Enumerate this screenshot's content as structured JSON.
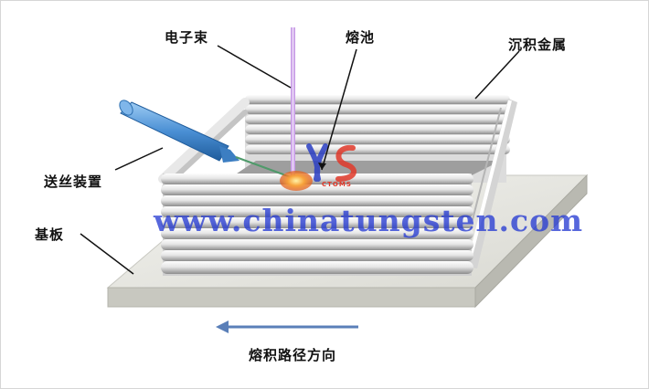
{
  "labels": {
    "beam": "电子束",
    "pool": "熔池",
    "metal": "沉积金属",
    "feed": "送丝装置",
    "substrate": "基板",
    "direction": "熔积路径方向"
  },
  "watermark": {
    "text": "www.chinatungsten.com",
    "logo_text": "CTOMS"
  },
  "colors": {
    "beam": "#c79be6",
    "wire_nozzle": "#4a8fd4",
    "melt_pool": "#f07a2a",
    "arrow": "#5a7fb8",
    "watermark": "#2d42d2",
    "logo_red": "#e0392a",
    "logo_blue": "#2b3fc4"
  }
}
